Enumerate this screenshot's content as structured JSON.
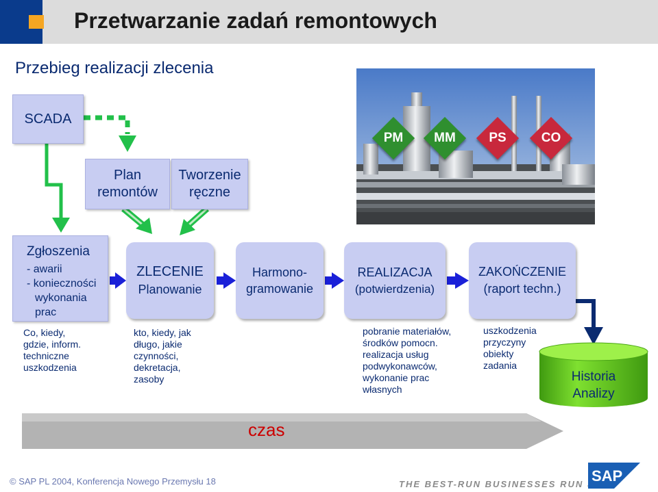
{
  "header": {
    "title": "Przetwarzanie zadań remontowych"
  },
  "subtitle": "Przebieg realizacji zlecenia",
  "scada": "SCADA",
  "sources": [
    {
      "lines": [
        "Plan",
        "remontów"
      ]
    },
    {
      "lines": [
        "Tworzenie",
        "ręczne"
      ]
    }
  ],
  "modules": [
    "PM",
    "MM",
    "PS",
    "CO"
  ],
  "module_colors": {
    "PM": "#2f8f2f",
    "MM": "#2f8f2f",
    "PS": "#c8283c",
    "CO": "#c8283c"
  },
  "steps": {
    "zgloszenia": {
      "title": "Zgłoszenia",
      "lines": [
        "- awarii",
        "- konieczności",
        "wykonania",
        "prac"
      ]
    },
    "zlecenie": {
      "title": "ZLECENIE",
      "sub": "Planowanie"
    },
    "harmono": {
      "lines": [
        "Harmono-",
        "gramowanie"
      ]
    },
    "realizacja": {
      "title": "REALIZACJA",
      "sub": "(potwierdzenia)"
    },
    "zakonczenie": {
      "title": "ZAKOŃCZENIE",
      "sub": "(raport techn.)"
    }
  },
  "notes": {
    "zgloszenia": [
      "Co, kiedy,",
      "gdzie, inform.",
      "techniczne",
      "uszkodzenia"
    ],
    "zlecenie": [
      "kto, kiedy, jak",
      "długo, jakie",
      "czynności,",
      "dekretacja,",
      "zasoby"
    ],
    "realizacja": [
      "pobranie materiałów,",
      "środków pomocn.",
      "realizacja usług",
      "podwykonawców,",
      "wykonanie prac",
      "własnych"
    ],
    "zakonczenie": [
      "uszkodzenia",
      "przyczyny",
      "obiekty",
      "zadania"
    ]
  },
  "historia": [
    "Historia",
    "Analizy"
  ],
  "timeline_label": "czas",
  "footer": {
    "text": "SAP PL 2004, Konferencja Nowego Przemysłu 18",
    "slogan": "THE BEST-RUN BUSINESSES RUN SAP",
    "logo": "SAP"
  },
  "colors": {
    "box_fill": "#c8cdf2",
    "text": "#0a2a70",
    "green_arrow": "#22c04a",
    "blue_arrow": "#1a20d8",
    "navy_arrow": "#0a2a70",
    "cylinder": "#66cc22",
    "timeline": "#b0b0b0",
    "czas": "#cc0000"
  }
}
